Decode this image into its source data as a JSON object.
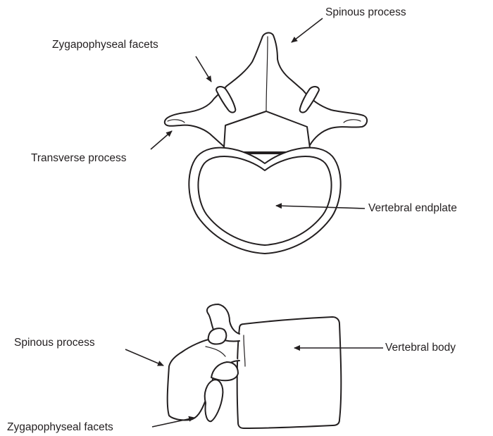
{
  "top_view": {
    "labels": {
      "spinous_process": "Spinous process",
      "zygapophyseal_facets": "Zygapophyseal facets",
      "transverse_process": "Transverse process",
      "vertebral_endplate": "Vertebral endplate"
    }
  },
  "side_view": {
    "labels": {
      "spinous_process": "Spinous process",
      "vertebral_body": "Vertebral body",
      "zygapophyseal_facets": "Zygapophyseal facets"
    }
  },
  "colors": {
    "line": "#231f20",
    "background": "#ffffff"
  }
}
